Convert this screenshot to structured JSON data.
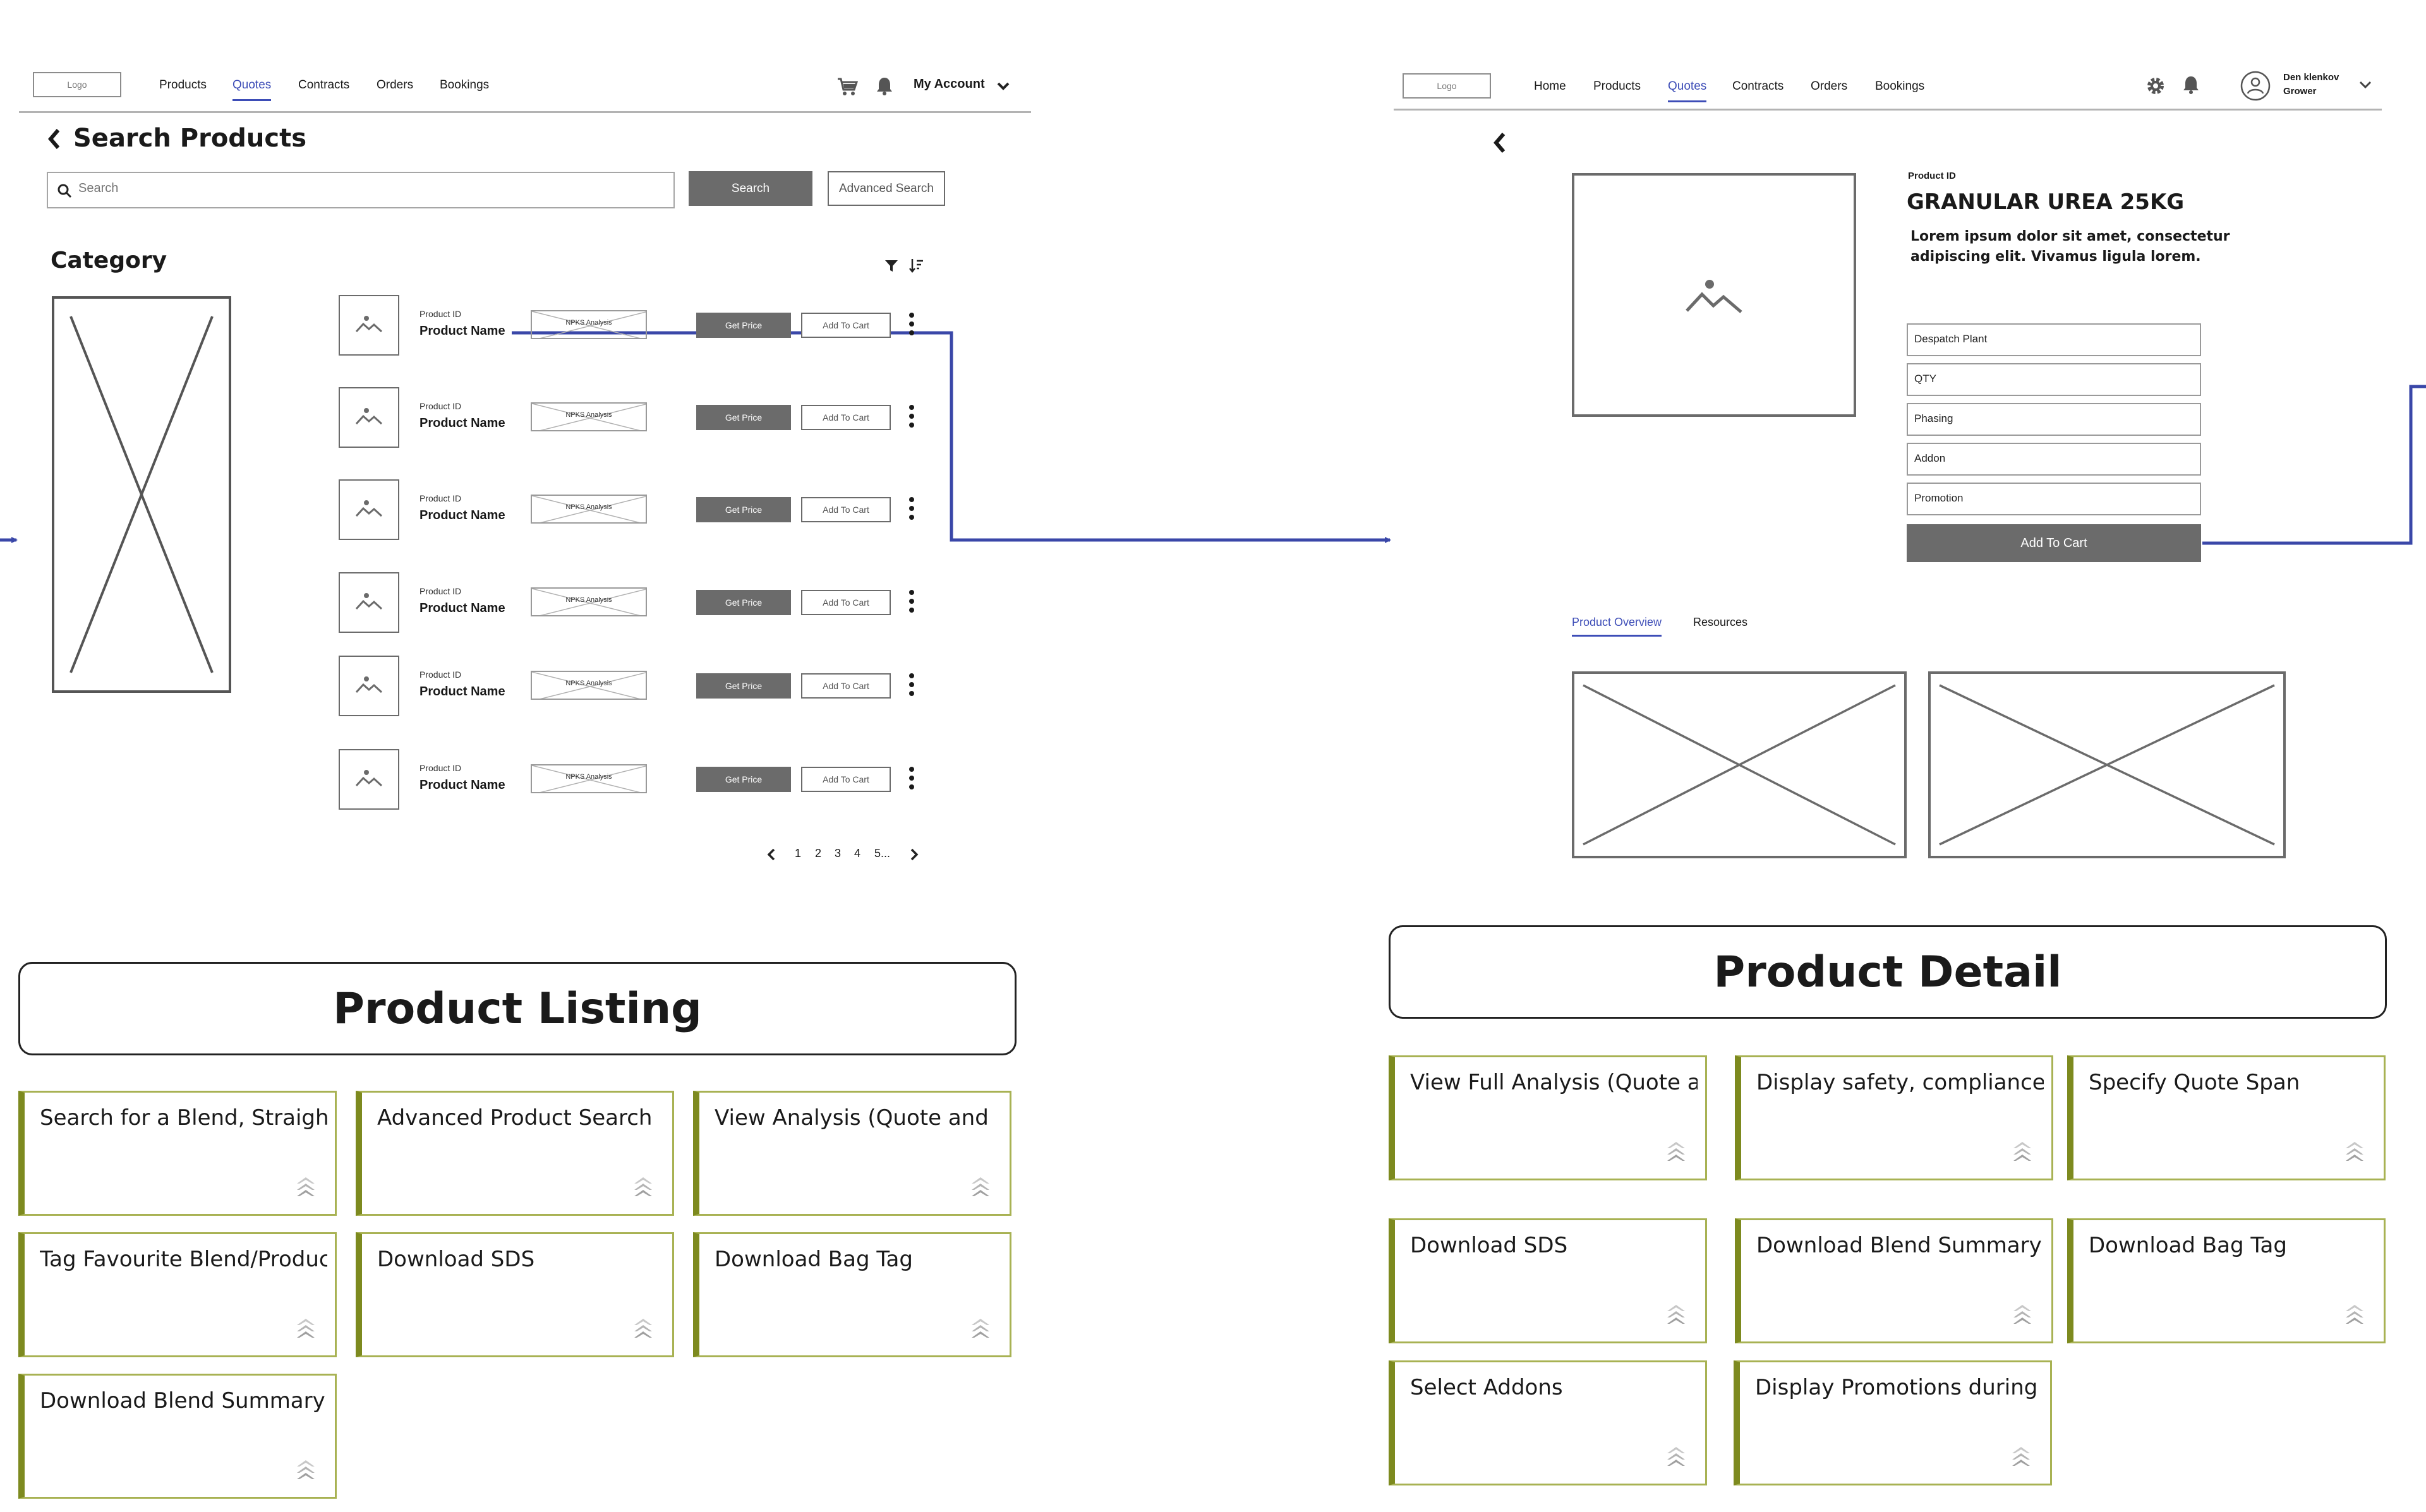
{
  "listing": {
    "nav": {
      "logo": "Logo",
      "links": [
        "Products",
        "Quotes",
        "Contracts",
        "Orders",
        "Bookings"
      ],
      "active": "Quotes",
      "account_label": "My Account"
    },
    "page_title": "Search Products",
    "search": {
      "placeholder": "Search",
      "button": "Search",
      "advanced_button": "Advanced Search"
    },
    "category_label": "Category",
    "products": [
      {
        "id": "Product ID",
        "name": "Product Name",
        "analysis": "NPKS Analysis",
        "price_btn": "Get Price",
        "cart_btn": "Add To Cart"
      },
      {
        "id": "Product ID",
        "name": "Product Name",
        "analysis": "NPKS Analysis",
        "price_btn": "Get Price",
        "cart_btn": "Add To Cart"
      },
      {
        "id": "Product ID",
        "name": "Product Name",
        "analysis": "NPKS Analysis",
        "price_btn": "Get Price",
        "cart_btn": "Add To Cart"
      },
      {
        "id": "Product ID",
        "name": "Product Name",
        "analysis": "NPKS Analysis",
        "price_btn": "Get Price",
        "cart_btn": "Add To Cart"
      },
      {
        "id": "Product ID",
        "name": "Product Name",
        "analysis": "NPKS Analysis",
        "price_btn": "Get Price",
        "cart_btn": "Add To Cart"
      },
      {
        "id": "Product ID",
        "name": "Product Name",
        "analysis": "NPKS Analysis",
        "price_btn": "Get Price",
        "cart_btn": "Add To Cart"
      }
    ],
    "pagination": [
      "1",
      "2",
      "3",
      "4",
      "5..."
    ],
    "section_title": "Product Listing",
    "stories": [
      "Search for a Blend, Straight or",
      "Advanced Product Search",
      "View Analysis (Quote and",
      "Tag Favourite Blend/Product",
      "Download SDS",
      "Download Bag Tag",
      "Download Blend Summary"
    ]
  },
  "detail": {
    "nav": {
      "logo": "Logo",
      "links": [
        "Home",
        "Products",
        "Quotes",
        "Contracts",
        "Orders",
        "Bookings"
      ],
      "active": "Quotes",
      "user_name": "Den klenkov",
      "user_role": "Grower"
    },
    "product_id_label": "Product ID",
    "product_title": "GRANULAR UREA 25KG",
    "description_line1": "Lorem ipsum dolor sit amet, consectetur",
    "description_line2": "adipiscing elit. Vivamus ligula lorem.",
    "fields": [
      "Despatch Plant",
      "QTY",
      "Phasing",
      "Addon",
      "Promotion"
    ],
    "add_to_cart": "Add To Cart",
    "tabs": [
      "Product Overview",
      "Resources"
    ],
    "active_tab": "Product Overview",
    "section_title": "Product Detail",
    "stories": [
      "View Full Analysis (Quote and",
      "Display safety, compliance,",
      "Specify Quote Span",
      "Download SDS",
      "Download Blend Summary",
      "Download Bag Tag",
      "Select Addons",
      "Display Promotions during"
    ]
  },
  "colors": {
    "accent": "#3d4db7",
    "button_dark": "#6b6b6b",
    "story_border": "#a8b253",
    "story_bar": "#7d8a1f",
    "connector": "#3a47a8"
  },
  "icons": [
    "cart-icon",
    "bell-icon",
    "chevron-down-icon",
    "gear-icon",
    "user-avatar-icon",
    "search-icon",
    "filter-icon",
    "sort-icon",
    "back-chevron-icon",
    "image-placeholder-icon",
    "kebab-icon",
    "jira-story-icon"
  ]
}
